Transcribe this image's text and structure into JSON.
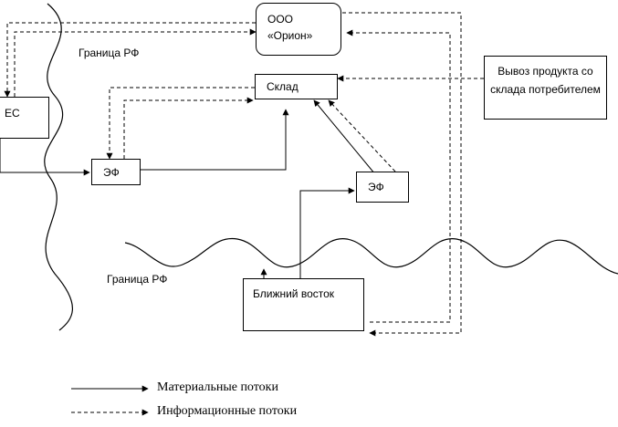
{
  "nodes": {
    "orion_line1": "ООО",
    "orion_line2": "«Орион»",
    "warehouse": "Склад",
    "export": "Вывоз продукта со склада потребителем",
    "es": "ЕС",
    "ef_left": "ЭФ",
    "ef_right": "ЭФ",
    "near_east": "Ближний восток"
  },
  "borders": {
    "top": "Граница РФ",
    "bottom": "Граница РФ"
  },
  "legend": {
    "material": "Материальные потоки",
    "information": "Информационные потоки"
  }
}
